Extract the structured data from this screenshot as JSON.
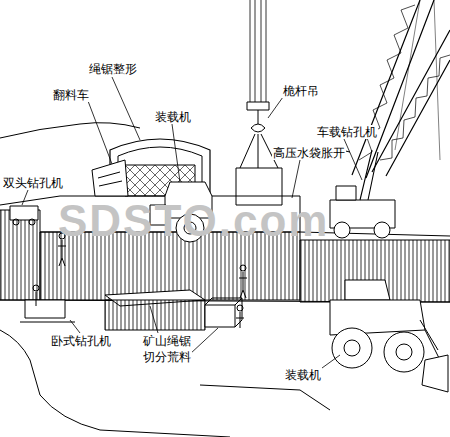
{
  "diagram": {
    "labels": [
      "绳锯整形",
      "翻料车",
      "装载机",
      "桅杆吊",
      "车载钻孔机",
      "高压水袋胀开",
      "双头钻孔机",
      "卧式钻孔机",
      "矿山绳锯",
      "切分荒料",
      "装载机",
      "SDSTO.com"
    ]
  }
}
